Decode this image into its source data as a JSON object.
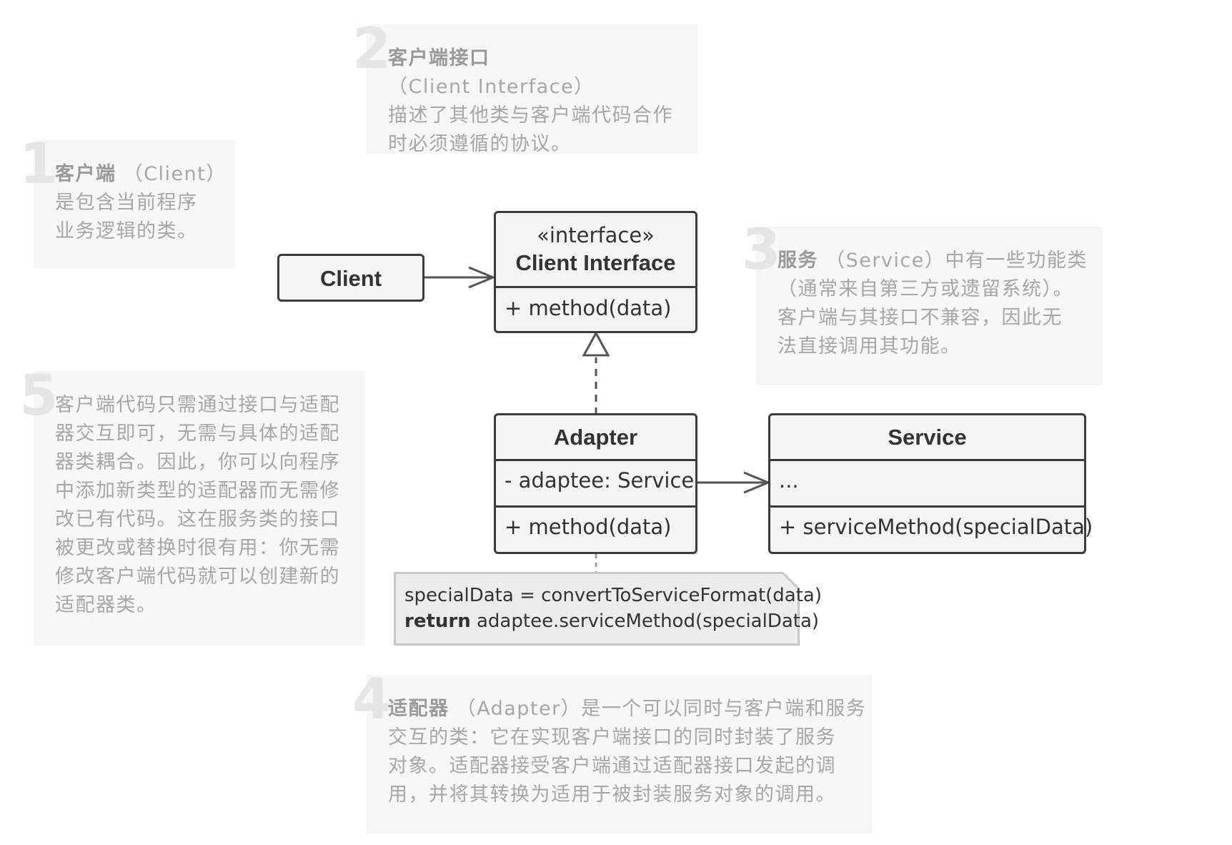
{
  "notes": {
    "n1": {
      "number": "1",
      "title": "客户端",
      "subtitle": "（Client）",
      "lines": [
        "是包含当前程序",
        "业务逻辑的类。"
      ]
    },
    "n2": {
      "number": "2",
      "title": "客户端接口",
      "subtitle": "（Client Interface）",
      "lines": [
        "描述了其他类与客户端代码合作",
        "时必须遵循的协议。"
      ]
    },
    "n3": {
      "number": "3",
      "title": "服务",
      "subtitle": "（Service）中有一些功能类",
      "lines": [
        "（通常来自第三方或遗留系统）。",
        "客户端与其接口不兼容，因此无",
        "法直接调用其功能。"
      ]
    },
    "n4": {
      "number": "4",
      "title": "适配器",
      "subtitle": "（Adapter）是一个可以同时与客户端和服务",
      "lines": [
        "交互的类：它在实现客户端接口的同时封装了服务",
        "对象。适配器接受客户端通过适配器接口发起的调",
        "用，并将其转换为适用于被封装服务对象的调用。"
      ]
    },
    "n5": {
      "number": "5",
      "lines": [
        "客户端代码只需通过接口与适配",
        "器交互即可，无需与具体的适配",
        "器类耦合。因此，你可以向程序",
        "中添加新类型的适配器而无需修",
        "改已有代码。这在服务类的接口",
        "被更改或替换时很有用：你无需",
        "修改客户端代码就可以创建新的",
        "适配器类。"
      ]
    }
  },
  "uml": {
    "client": {
      "title": "Client"
    },
    "client_interface": {
      "stereotype": "«interface»",
      "title": "Client Interface",
      "method": "+ method(data)"
    },
    "adapter": {
      "title": "Adapter",
      "field": "- adaptee: Service",
      "method": "+ method(data)"
    },
    "service": {
      "title": "Service",
      "field": "...",
      "method": "+ serviceMethod(specialData)"
    },
    "code_note": {
      "line1": "specialData = convertToServiceFormat(data)",
      "keyword": "return",
      "line2_rest": " adaptee.serviceMethod(specialData)"
    }
  },
  "colors": {
    "box_border": "#3c3c3c",
    "box_fill": "#f4f4f4",
    "note_fill": "#f6f6f6",
    "note_text": "#a7a7a7",
    "note_number": "#e6e6e6",
    "code_fill": "#ececec"
  }
}
